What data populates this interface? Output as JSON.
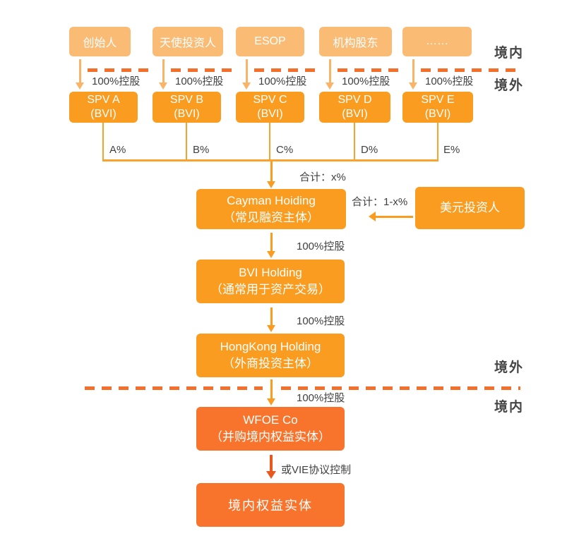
{
  "colors": {
    "light_orange": "#FABB74",
    "main_orange": "#F99C20",
    "deep_orange": "#F8742D",
    "dash_orange": "#F2702C",
    "connector_orange": "#F9A22E",
    "dark_arrow": "#E8581D",
    "label_text": "#404040",
    "region_text": "#454545",
    "box_text": "#FFFFFF"
  },
  "regions": {
    "top_domestic": "境内",
    "top_offshore": "境外",
    "mid_offshore": "境外",
    "mid_domestic": "境内"
  },
  "columns": [
    {
      "top": "创始人",
      "control": "100%控股",
      "spv1": "SPV A",
      "spv2": "(BVI)",
      "percent": "A%"
    },
    {
      "top": "天使投资人",
      "control": "100%控股",
      "spv1": "SPV B",
      "spv2": "(BVI)",
      "percent": "B%"
    },
    {
      "top": "ESOP",
      "control": "100%控股",
      "spv1": "SPV C",
      "spv2": "(BVI)",
      "percent": "C%"
    },
    {
      "top": "机构股东",
      "control": "100%控股",
      "spv1": "SPV D",
      "spv2": "(BVI)",
      "percent": "D%"
    },
    {
      "top": "……",
      "control": "100%控股",
      "spv1": "SPV E",
      "spv2": "(BVI)",
      "percent": "E%"
    }
  ],
  "merge": {
    "total_label": "合计：x%"
  },
  "cayman": {
    "line1": "Cayman Hoiding",
    "line2": "（常见融资主体）"
  },
  "usd_investor": {
    "label": "美元投资人",
    "total_label": "合计：1-x%"
  },
  "bvi": {
    "line1": "BVI Holding",
    "line2": "（通常用于资产交易）",
    "control": "100%控股"
  },
  "hk": {
    "line1": "HongKong Holding",
    "line2": "（外商投资主体）",
    "control": "100%控股"
  },
  "wfoe": {
    "line1": "WFOE Co",
    "line2": "（并购境内权益实体）",
    "control": "100%控股"
  },
  "domestic_entity": {
    "label": "境内权益实体",
    "vie_label": "或VIE协议控制"
  }
}
